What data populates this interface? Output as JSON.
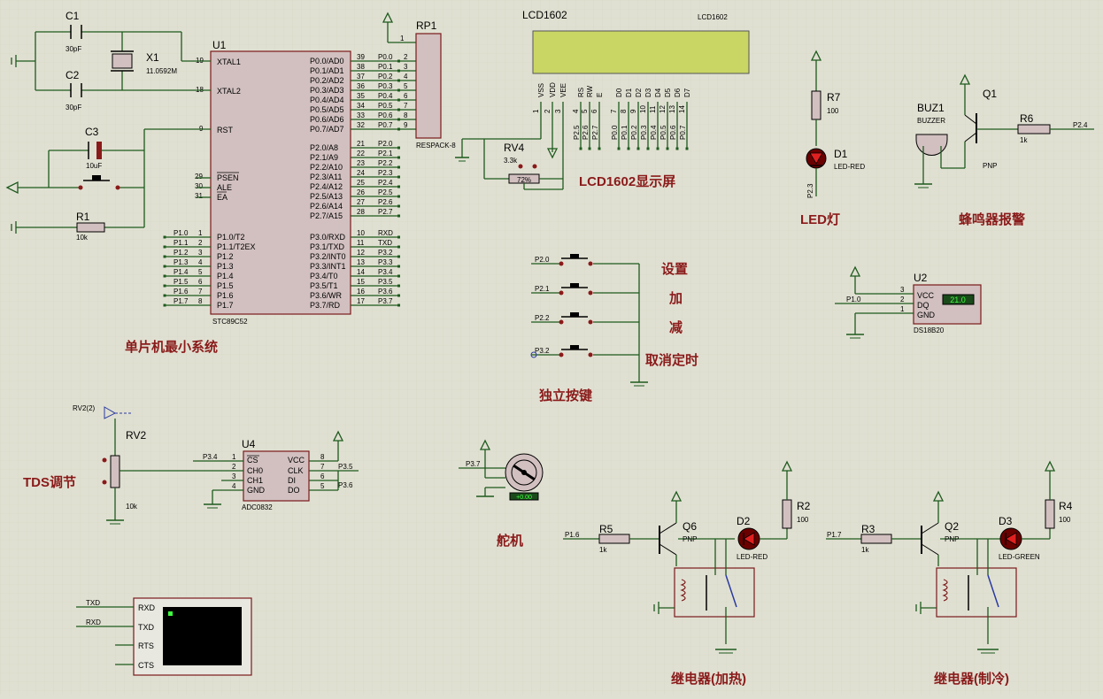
{
  "mcu": {
    "ref": "U1",
    "part": "STC89C52",
    "xtal1": "XTAL1",
    "xtal2": "XTAL2",
    "rst": "RST",
    "psen": "PSEN",
    "ale": "ALE",
    "ea": "EA",
    "n19": "19",
    "n18": "18",
    "n9": "9",
    "n29": "29",
    "n30": "30",
    "n31": "31",
    "p0": [
      {
        "num": "39",
        "inner": "P0.0/AD0",
        "net": "P0.0",
        "rp": "2"
      },
      {
        "num": "38",
        "inner": "P0.1/AD1",
        "net": "P0.1",
        "rp": "3"
      },
      {
        "num": "37",
        "inner": "P0.2/AD2",
        "net": "P0.2",
        "rp": "4"
      },
      {
        "num": "36",
        "inner": "P0.3/AD3",
        "net": "P0.3",
        "rp": "5"
      },
      {
        "num": "35",
        "inner": "P0.4/AD4",
        "net": "P0.4",
        "rp": "6"
      },
      {
        "num": "34",
        "inner": "P0.5/AD5",
        "net": "P0.5",
        "rp": "7"
      },
      {
        "num": "33",
        "inner": "P0.6/AD6",
        "net": "P0.6",
        "rp": "8"
      },
      {
        "num": "32",
        "inner": "P0.7/AD7",
        "net": "P0.7",
        "rp": "9"
      }
    ],
    "p2": [
      {
        "num": "21",
        "inner": "P2.0/A8",
        "net": "P2.0"
      },
      {
        "num": "22",
        "inner": "P2.1/A9",
        "net": "P2.1"
      },
      {
        "num": "23",
        "inner": "P2.2/A10",
        "net": "P2.2"
      },
      {
        "num": "24",
        "inner": "P2.3/A11",
        "net": "P2.3"
      },
      {
        "num": "25",
        "inner": "P2.4/A12",
        "net": "P2.4"
      },
      {
        "num": "26",
        "inner": "P2.5/A13",
        "net": "P2.5"
      },
      {
        "num": "27",
        "inner": "P2.6/A14",
        "net": "P2.6"
      },
      {
        "num": "28",
        "inner": "P2.7/A15",
        "net": "P2.7"
      }
    ],
    "p3": [
      {
        "num": "10",
        "inner": "P3.0/RXD",
        "net": "RXD"
      },
      {
        "num": "11",
        "inner": "P3.1/TXD",
        "net": "TXD"
      },
      {
        "num": "12",
        "inner": "P3.2/INT0",
        "net": "P3.2"
      },
      {
        "num": "13",
        "inner": "P3.3/INT1",
        "net": "P3.3"
      },
      {
        "num": "14",
        "inner": "P3.4/T0",
        "net": "P3.4"
      },
      {
        "num": "15",
        "inner": "P3.5/T1",
        "net": "P3.5"
      },
      {
        "num": "16",
        "inner": "P3.6/WR",
        "net": "P3.6"
      },
      {
        "num": "17",
        "inner": "P3.7/RD",
        "net": "P3.7"
      }
    ],
    "p1": [
      {
        "num": "1",
        "inner": "P1.0/T2",
        "net": "P1.0"
      },
      {
        "num": "2",
        "inner": "P1.1/T2EX",
        "net": "P1.1"
      },
      {
        "num": "3",
        "inner": "P1.2",
        "net": "P1.2"
      },
      {
        "num": "4",
        "inner": "P1.3",
        "net": "P1.3"
      },
      {
        "num": "5",
        "inner": "P1.4",
        "net": "P1.4"
      },
      {
        "num": "6",
        "inner": "P1.5",
        "net": "P1.5"
      },
      {
        "num": "7",
        "inner": "P1.6",
        "net": "P1.6"
      },
      {
        "num": "8",
        "inner": "P1.7",
        "net": "P1.7"
      }
    ]
  },
  "crystal": {
    "c1": "C1",
    "c1v": "30pF",
    "c2": "C2",
    "c2v": "30pF",
    "x1": "X1",
    "x1v": "11.0592M"
  },
  "reset": {
    "c3": "C3",
    "c3v": "10uF",
    "r1": "R1",
    "r1v": "10k"
  },
  "rp1": {
    "ref": "RP1",
    "part": "RESPACK-8",
    "pin1": "1"
  },
  "lcd": {
    "ref": "LCD1602",
    "part": "LCD1602",
    "pins": [
      {
        "label": "VSS",
        "num": "1",
        "net": ""
      },
      {
        "label": "VDD",
        "num": "2",
        "net": ""
      },
      {
        "label": "VEE",
        "num": "3",
        "net": ""
      },
      {
        "label": "RS",
        "num": "4",
        "net": "P2.5"
      },
      {
        "label": "RW",
        "num": "5",
        "net": "P2.6"
      },
      {
        "label": "E",
        "num": "6",
        "net": "P2.7"
      },
      {
        "label": "D0",
        "num": "7",
        "net": "P0.0"
      },
      {
        "label": "D1",
        "num": "8",
        "net": "P0.1"
      },
      {
        "label": "D2",
        "num": "9",
        "net": "P0.2"
      },
      {
        "label": "D3",
        "num": "10",
        "net": "P0.3"
      },
      {
        "label": "D4",
        "num": "11",
        "net": "P0.4"
      },
      {
        "label": "D5",
        "num": "12",
        "net": "P0.5"
      },
      {
        "label": "D6",
        "num": "13",
        "net": "P0.6"
      },
      {
        "label": "D7",
        "num": "14",
        "net": "P0.7"
      }
    ]
  },
  "rv4": {
    "ref": "RV4",
    "value": "3.3k",
    "pct": "72%"
  },
  "led": {
    "r7": "R7",
    "r7v": "100",
    "d1": "D1",
    "d1v": "LED-RED",
    "net": "P2.3"
  },
  "buzzer": {
    "buz": "BUZ1",
    "buzv": "BUZZER",
    "q1": "Q1",
    "q1v": "PNP",
    "r6": "R6",
    "r6v": "1k",
    "net": "P2.4"
  },
  "keys": {
    "rows": [
      {
        "net": "P2.0",
        "label": "设置"
      },
      {
        "net": "P2.1",
        "label": "加"
      },
      {
        "net": "P2.2",
        "label": "减"
      },
      {
        "net": "P3.2",
        "label": "取消定时"
      }
    ]
  },
  "sensor": {
    "ref": "U2",
    "part": "DS18B20",
    "reading": "21.0",
    "vcc": "VCC",
    "dq": "DQ",
    "gnd": "GND",
    "net": "P1.0",
    "p3": "3",
    "p2": "2",
    "p1": "1"
  },
  "tds": {
    "probe": "RV2(2)",
    "ref": "RV2",
    "value": "10k"
  },
  "adc": {
    "ref": "U4",
    "part": "ADC0832",
    "cs": "CS",
    "ch0": "CH0",
    "ch1": "CH1",
    "gnd": "GND",
    "vcc": "VCC",
    "clk": "CLK",
    "di": "DI",
    "do": "DO",
    "net_cs": "P3.4",
    "net_clk": "P3.5",
    "net_do": "P3.6",
    "p1": "1",
    "p2": "2",
    "p3": "3",
    "p4": "4",
    "p8": "8",
    "p7": "7",
    "p6": "6",
    "p5": "5"
  },
  "servo": {
    "net": "P3.7",
    "reading": "+0.00"
  },
  "heat": {
    "net": "P1.6",
    "r": "R5",
    "rv": "1k",
    "q": "Q6",
    "qv": "PNP",
    "d": "D2",
    "dv": "LED-RED",
    "r2": "R2",
    "r2v": "100"
  },
  "cool": {
    "net": "P1.7",
    "r": "R3",
    "rv": "1k",
    "q": "Q2",
    "qv": "PNP",
    "d": "D3",
    "dv": "LED-GREEN",
    "r4": "R4",
    "r4v": "100"
  },
  "terminal": {
    "rxd": "RXD",
    "txd": "TXD",
    "rts": "RTS",
    "cts": "CTS",
    "net1": "TXD",
    "net2": "RXD"
  },
  "captions": {
    "mcu": "单片机最小系统",
    "lcd": "LCD1602显示屏",
    "led": "LED灯",
    "buzzer": "蜂鸣器报警",
    "keys": "独立按键",
    "tds": "TDS调节",
    "servo": "舵机",
    "relay_heat": "继电器(加热)",
    "relay_cool": "继电器(制冷)"
  }
}
